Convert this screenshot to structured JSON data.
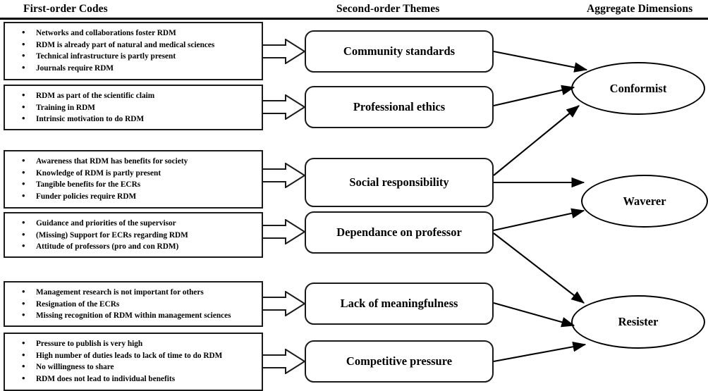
{
  "headers": {
    "first_order": "First-order Codes",
    "second_order": "Second-order Themes",
    "aggregate": "Aggregate Dimensions"
  },
  "colors": {
    "stroke": "#1a1a1a",
    "text": "#000000",
    "background": "#ffffff"
  },
  "first_order_boxes": [
    {
      "id": "box-community-standards",
      "codes": [
        "Networks and collaborations foster RDM",
        "RDM is already part of natural and medical sciences",
        "Technical infrastructure is partly present",
        "Journals require RDM"
      ]
    },
    {
      "id": "box-professional-ethics",
      "codes": [
        "RDM as part of the scientific claim",
        "Training in RDM",
        "Intrinsic motivation to do RDM"
      ]
    },
    {
      "id": "box-social-responsibility",
      "codes": [
        "Awareness that RDM has benefits for society",
        "Knowledge of RDM is partly present",
        "Tangible benefits for the ECRs",
        "Funder policies require RDM"
      ]
    },
    {
      "id": "box-dependance-on-professor",
      "codes": [
        "Guidance and priorities of the supervisor",
        "(Missing) Support for ECRs regarding RDM",
        "Attitude of professors (pro  and con  RDM)"
      ]
    },
    {
      "id": "box-lack-of-meaningfulness",
      "codes": [
        "Management research is not important for others",
        "Resignation of the ECRs",
        "Missing recognition of RDM within management sciences"
      ]
    },
    {
      "id": "box-competitive-pressure",
      "codes": [
        "Pressure to publish is very high",
        "High number of duties leads to lack of time to do RDM",
        "No willingness to share",
        "RDM does not lead to individual benefits"
      ]
    }
  ],
  "second_order_themes": [
    {
      "id": "theme-community-standards",
      "label": "Community standards"
    },
    {
      "id": "theme-professional-ethics",
      "label": "Professional ethics"
    },
    {
      "id": "theme-social-responsibility",
      "label": "Social responsibility"
    },
    {
      "id": "theme-dependance-on-professor",
      "label": "Dependance on professor"
    },
    {
      "id": "theme-lack-of-meaningfulness",
      "label": "Lack of meaningfulness"
    },
    {
      "id": "theme-competitive-pressure",
      "label": "Competitive pressure"
    }
  ],
  "aggregate_dimensions": [
    {
      "id": "dimension-conformist",
      "label": "Conformist"
    },
    {
      "id": "dimension-waverer",
      "label": "Waverer"
    },
    {
      "id": "dimension-resister",
      "label": "Resister"
    }
  ],
  "links": {
    "block_arrows": [
      {
        "from": "box-community-standards",
        "to": "theme-community-standards"
      },
      {
        "from": "box-professional-ethics",
        "to": "theme-professional-ethics"
      },
      {
        "from": "box-social-responsibility",
        "to": "theme-social-responsibility"
      },
      {
        "from": "box-dependance-on-professor",
        "to": "theme-dependance-on-professor"
      },
      {
        "from": "box-lack-of-meaningfulness",
        "to": "theme-lack-of-meaningfulness"
      },
      {
        "from": "box-competitive-pressure",
        "to": "theme-competitive-pressure"
      }
    ],
    "line_arrows": [
      {
        "from": "theme-community-standards",
        "to": "dimension-conformist"
      },
      {
        "from": "theme-professional-ethics",
        "to": "dimension-conformist"
      },
      {
        "from": "theme-social-responsibility",
        "to": "dimension-conformist"
      },
      {
        "from": "theme-social-responsibility",
        "to": "dimension-waverer"
      },
      {
        "from": "theme-dependance-on-professor",
        "to": "dimension-waverer"
      },
      {
        "from": "theme-dependance-on-professor",
        "to": "dimension-resister"
      },
      {
        "from": "theme-lack-of-meaningfulness",
        "to": "dimension-resister"
      },
      {
        "from": "theme-competitive-pressure",
        "to": "dimension-resister"
      }
    ]
  }
}
